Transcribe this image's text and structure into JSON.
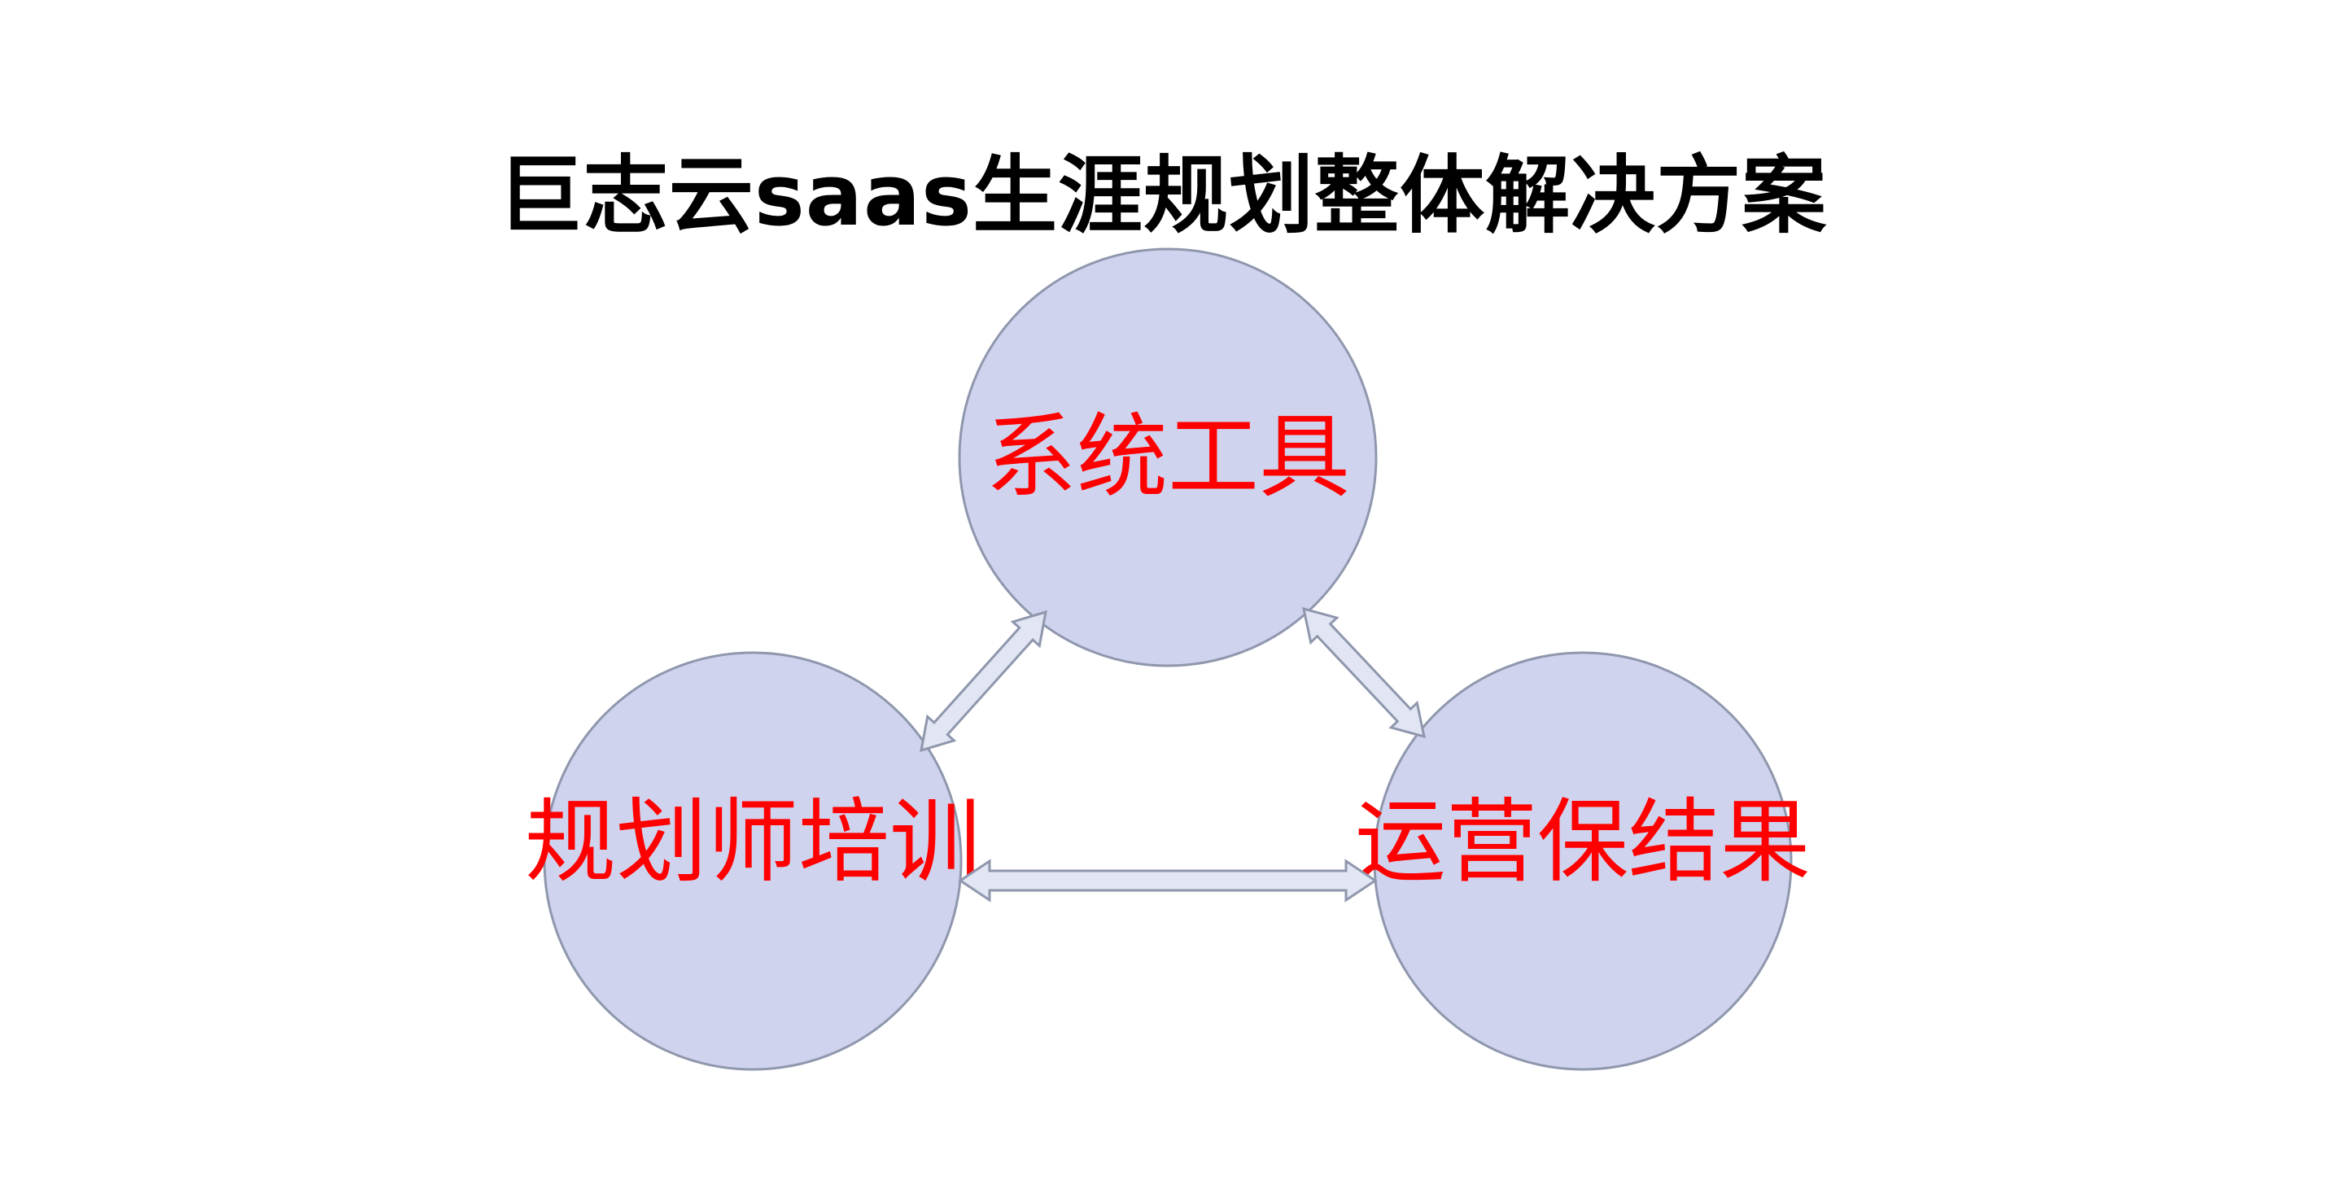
{
  "title": "巨志云saas生涯规划整体解决方案",
  "nodes": {
    "top": {
      "label": "系统工具"
    },
    "left": {
      "label": "规划师培训"
    },
    "right": {
      "label": "运营保结果"
    }
  },
  "edges": [
    {
      "from": "top",
      "to": "left",
      "direction": "bidirectional"
    },
    {
      "from": "top",
      "to": "right",
      "direction": "bidirectional"
    },
    {
      "from": "left",
      "to": "right",
      "direction": "bidirectional"
    }
  ],
  "colors": {
    "circle_fill": "#d0d3ee",
    "circle_stroke": "#8f97ad",
    "label_text": "#ff0000",
    "arrow_fill": "#e2e6f4",
    "title_text": "#000000"
  }
}
